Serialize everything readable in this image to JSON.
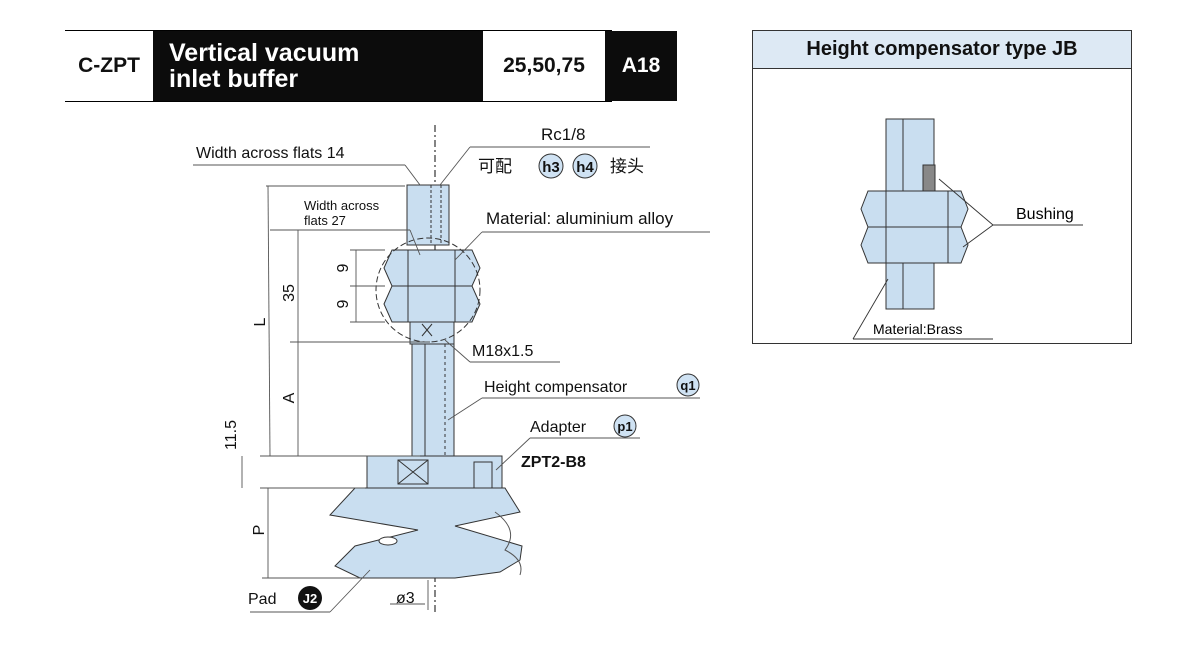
{
  "header": {
    "series_code": "C-ZPT",
    "title_line1": "Vertical vacuum",
    "title_line2": "inlet buffer",
    "stroke_options": "25,50,75",
    "model_code": "A18"
  },
  "main_drawing": {
    "width_across_flats_14": "Width across flats 14",
    "width_across_line1": "Width across",
    "width_across_line2": "flats 27",
    "port_thread": "Rc1/8",
    "fitting_prefix": "可配",
    "fitting_badge_h3": "h3",
    "fitting_badge_h4": "h4",
    "fitting_suffix": "接头",
    "material_label": "Material: aluminium alloy",
    "dim_9_upper": "9",
    "dim_9_lower": "9",
    "dim_35": "35",
    "dim_L": "L",
    "dim_A": "A",
    "dim_11_5": "11.5",
    "dim_P": "P",
    "thread_label": "M18x1.5",
    "height_compensator_label": "Height compensator",
    "height_compensator_badge": "q1",
    "adapter_label": "Adapter",
    "adapter_badge": "p1",
    "adapter_model": "ZPT2-B8",
    "pad_label": "Pad",
    "pad_badge": "J2",
    "dia_label": "ø3"
  },
  "jb_panel": {
    "title": "Height compensator type JB",
    "bushing_label": "Bushing",
    "material_label": "Material:Brass"
  },
  "colors": {
    "part_fill": "#c9def0",
    "badge_fill": "#cfe2f3",
    "dark_cell": "#0c0c0c",
    "panel_title_bg": "#dde9f4"
  }
}
